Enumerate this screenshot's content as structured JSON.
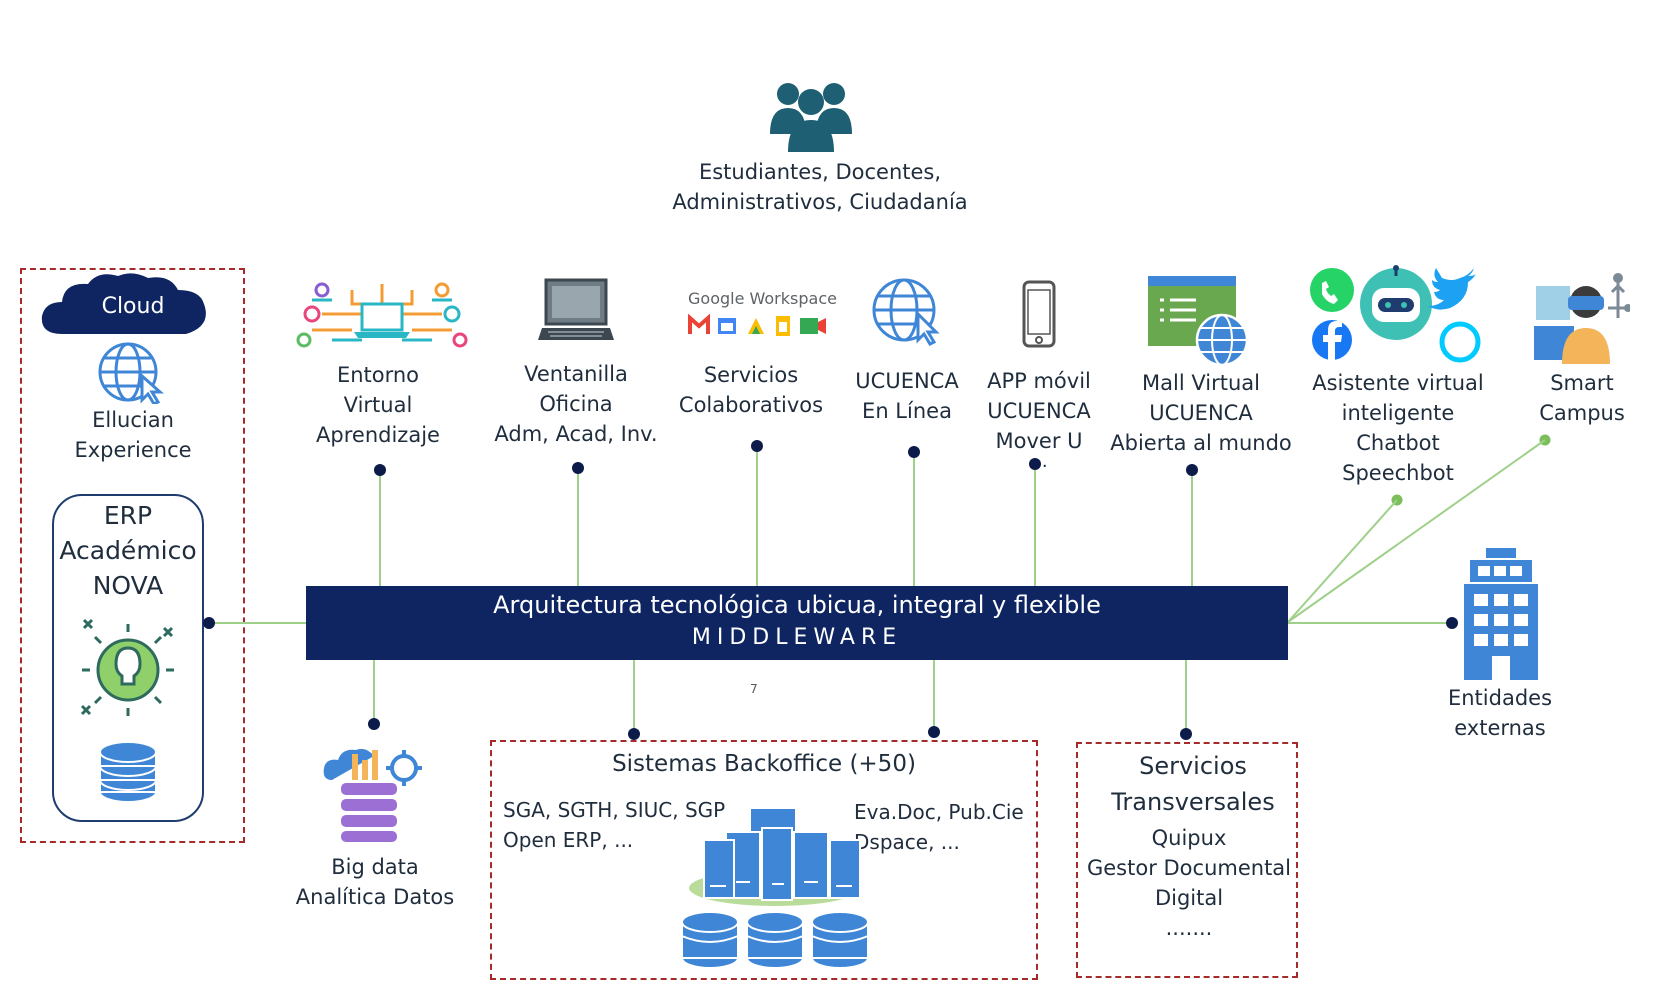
{
  "users": {
    "lines": [
      "Estudiantes, Docentes,",
      "Administrativos, Ciudadanía"
    ],
    "icon": "group-icon"
  },
  "cloud": {
    "label": "Cloud",
    "service": [
      "Ellucian",
      "Experience"
    ]
  },
  "erp": {
    "lines": [
      "ERP",
      "Académico",
      "NOVA"
    ]
  },
  "top_services": [
    {
      "lines": [
        "Entorno",
        "Virtual",
        "Aprendizaje"
      ],
      "icon": "network-laptop-icon"
    },
    {
      "lines": [
        "Ventanilla",
        "Oficina",
        "Adm, Acad, Inv."
      ],
      "icon": "laptop-icon"
    },
    {
      "lines": [
        "Servicios",
        "Colaborativos"
      ],
      "icon": "google-workspace-icon",
      "logo_text": "Google Workspace"
    },
    {
      "lines": [
        "UCUENCA",
        "En Línea"
      ],
      "icon": "globe-cursor-icon"
    },
    {
      "lines": [
        "APP móvil",
        "UCUENCA",
        "Mover U",
        "..."
      ],
      "icon": "smartphone-icon"
    },
    {
      "lines": [
        "Mall Virtual",
        "UCUENCA",
        "Abierta al mundo"
      ],
      "icon": "web-globe-icon"
    },
    {
      "lines": [
        "Asistente virtual",
        "inteligente",
        "Chatbot",
        "Speechbot"
      ],
      "icon": "chatbot-social-icon"
    },
    {
      "lines": [
        "Smart",
        "Campus"
      ],
      "icon": "vr-person-icon"
    }
  ],
  "middleware": {
    "line1": "Arquitectura tecnológica ubicua, integral y flexible",
    "line2": "MIDDLEWARE"
  },
  "page_number": "7",
  "bigdata": {
    "lines": [
      "Big data",
      "Analítica Datos"
    ]
  },
  "backoffice": {
    "title": "Sistemas Backoffice (+50)",
    "left": [
      "SGA, SGTH, SIUC, SGP",
      "Open ERP, ..."
    ],
    "right": [
      "Eva.Doc, Pub.Cie",
      "Dspace, ..."
    ]
  },
  "transversal": {
    "title": [
      "Servicios",
      "Transversales"
    ],
    "items": [
      "Quipux",
      "Gestor Documental",
      "Digital",
      "......."
    ]
  },
  "external": {
    "lines": [
      "Entidades",
      "externas"
    ]
  },
  "colors": {
    "navy": "#0e2562",
    "dashed": "#a52a2a",
    "connector": "#9fd08a",
    "dot": "#0d1b4a",
    "teal": "#1e5f74",
    "blue": "#3f87d6"
  }
}
